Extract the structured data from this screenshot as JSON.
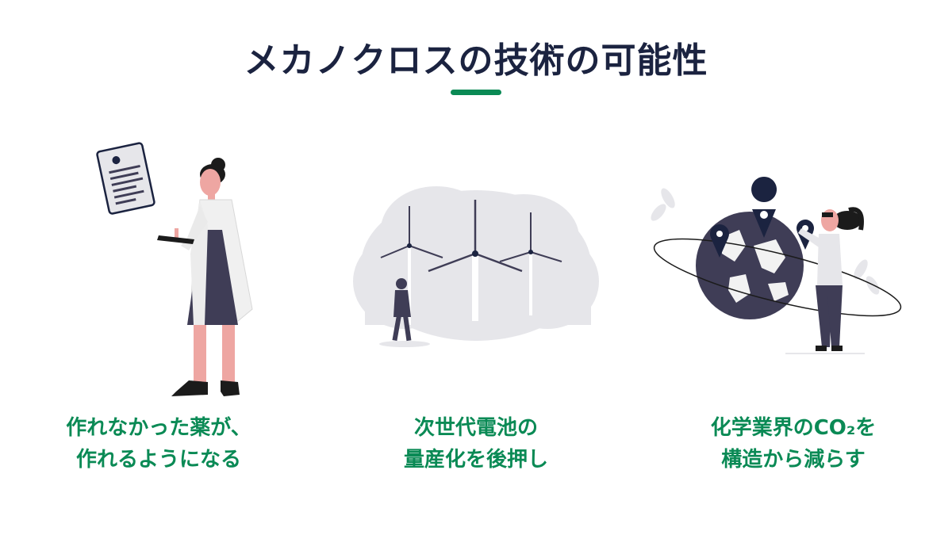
{
  "colors": {
    "title": "#1b2340",
    "accent": "#0a8a55",
    "dark": "#3f3d56",
    "navy": "#1b2340",
    "light_gray": "#e6e6ea",
    "skin": "#eea6a2",
    "coat": "#f0f0f0"
  },
  "header": {
    "title": "メカノクロスの技術の可能性"
  },
  "panels": [
    {
      "illustration": "scientist-with-clipboard",
      "caption_line1": "作れなかった薬が、",
      "caption_line2": "作れるようになる"
    },
    {
      "illustration": "wind-turbines",
      "caption_line1": "次世代電池の",
      "caption_line2": "量産化を後押し"
    },
    {
      "illustration": "globe-with-map-pins",
      "caption_line1": "化学業界のCO₂を",
      "caption_line2": "構造から減らす"
    }
  ]
}
